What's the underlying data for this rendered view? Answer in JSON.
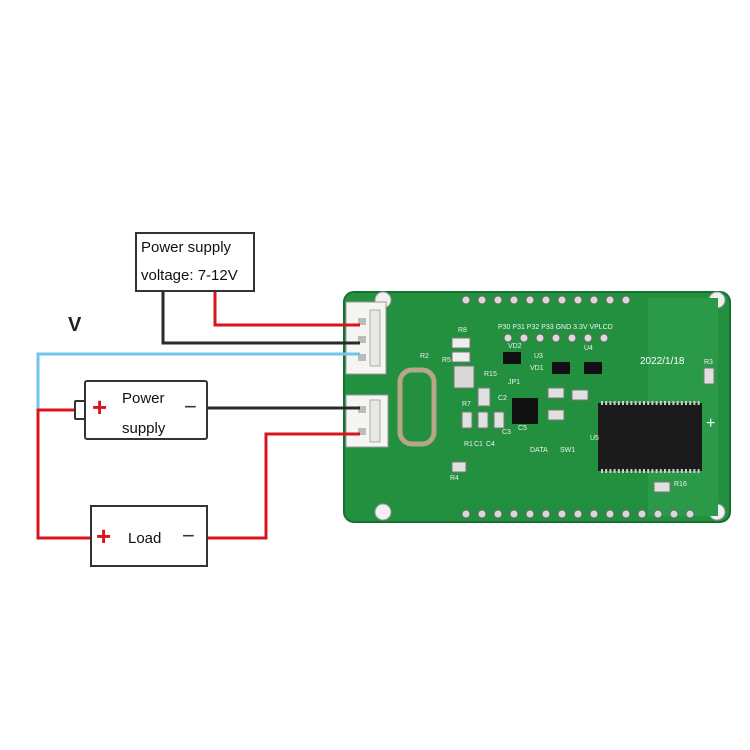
{
  "power_supply_box": {
    "line1": "Power supply",
    "line2": "voltage: 7-12V"
  },
  "voltage_label": "V",
  "battery": {
    "line1": "Power",
    "line2": "supply",
    "plus": "+",
    "minus": "−"
  },
  "load": {
    "label": "Load",
    "plus": "+",
    "minus": "−"
  },
  "board": {
    "pin_labels": "P30 P31 P32 P33 GND 3.3V VPLCD",
    "date": "2022/1/18",
    "refs": [
      "R8",
      "R5",
      "R2",
      "R15",
      "R7",
      "R1",
      "C1",
      "C4",
      "C3",
      "C5",
      "C2",
      "VD2",
      "U3",
      "U4",
      "VD1",
      "JP1",
      "R3",
      "R4",
      "R16",
      "SW1",
      "DATA",
      "U5"
    ],
    "plus_mark": "+"
  },
  "colors": {
    "red_wire": "#d8141c",
    "black_wire": "#2a2a2a",
    "blue_wire": "#6fc6ea",
    "pcb": "#1f8a3c"
  }
}
